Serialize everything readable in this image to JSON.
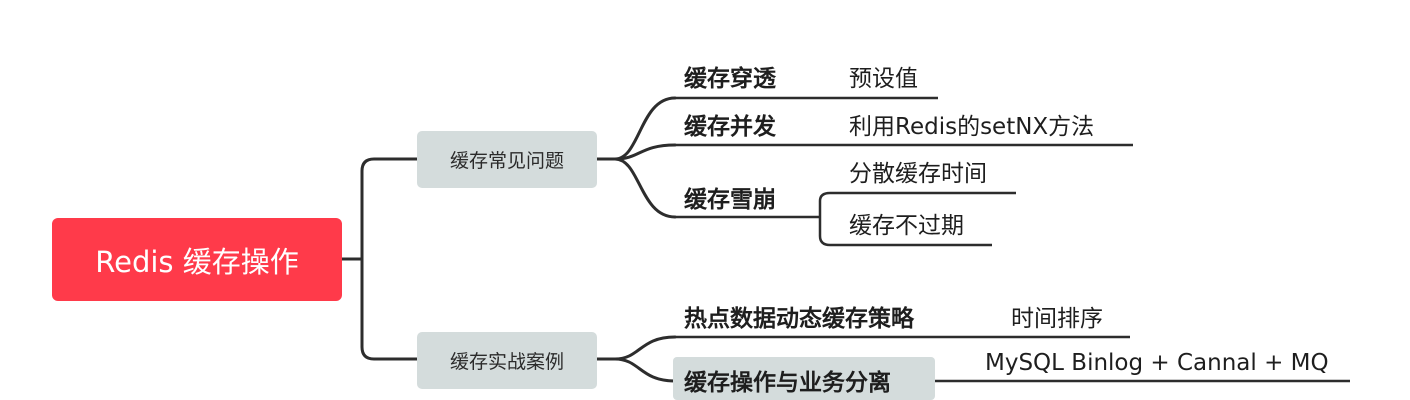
{
  "mindmap": {
    "root": "Redis 缓存操作",
    "branches": [
      {
        "label": "缓存常见问题",
        "topics": [
          {
            "label": "缓存穿透",
            "leaves": [
              "预设值"
            ]
          },
          {
            "label": "缓存并发",
            "leaves": [
              "利用Redis的setNX方法"
            ]
          },
          {
            "label": "缓存雪崩",
            "leaves": [
              "分散缓存时间",
              "缓存不过期"
            ]
          }
        ]
      },
      {
        "label": "缓存实战案例",
        "topics": [
          {
            "label": "热点数据动态缓存策略",
            "leaves": [
              "时间排序"
            ]
          },
          {
            "label": "缓存操作与业务分离",
            "leaves": [
              "MySQL Binlog + Cannal + MQ"
            ]
          }
        ]
      }
    ]
  },
  "colors": {
    "root_fill": "#ff3a4a",
    "branch_fill": "#d4dcdc",
    "line": "#2d2d2d"
  }
}
